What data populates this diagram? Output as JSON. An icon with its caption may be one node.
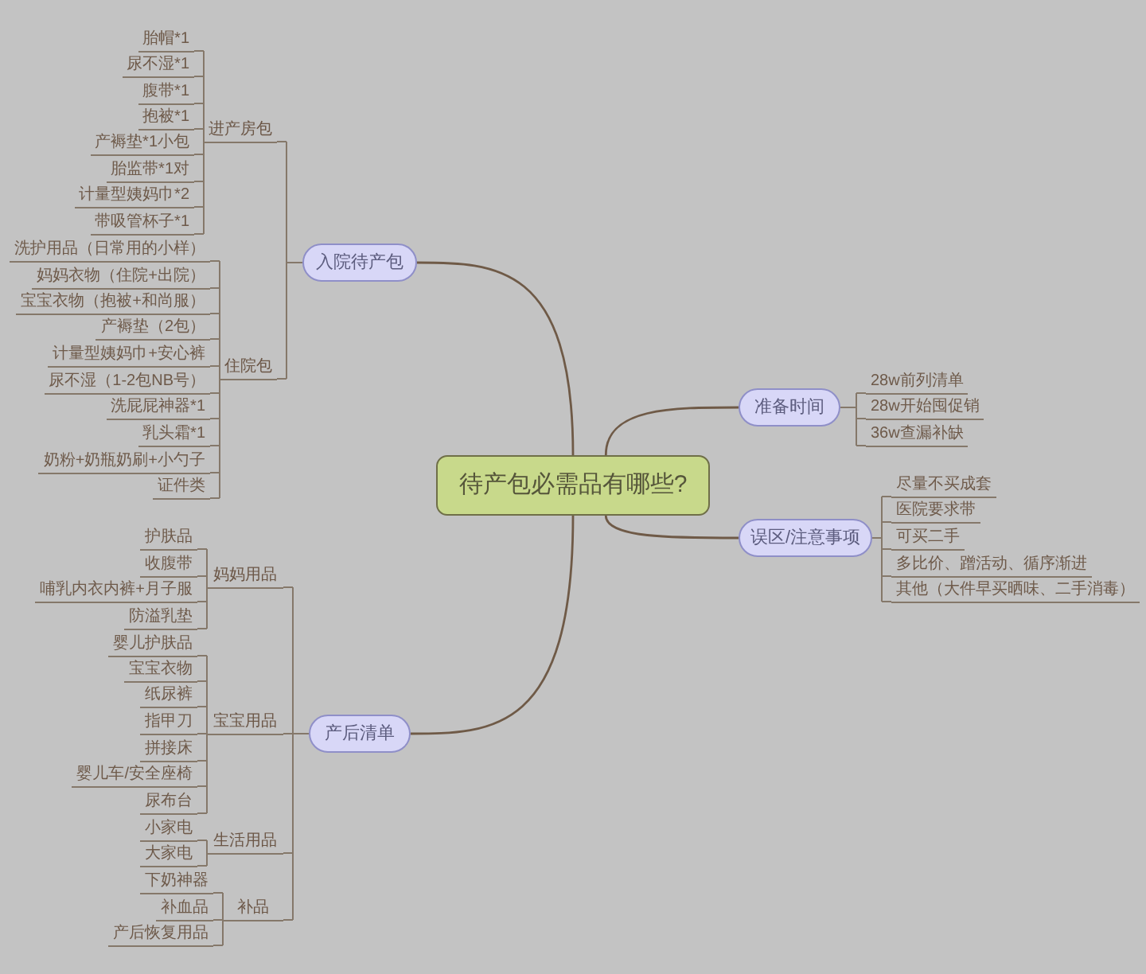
{
  "diagram": {
    "nodes": [
      {
        "text": [
          "待产包必需品有哪些?"
        ]
      },
      {
        "text": [
          "入院待产包"
        ]
      },
      {
        "text": [
          "进产房包"
        ]
      },
      {
        "text": [
          "胎帽*1"
        ]
      },
      {
        "text": [
          "尿不湿*1"
        ]
      },
      {
        "text": [
          "腹带*1"
        ]
      },
      {
        "text": [
          "抱被*1"
        ]
      },
      {
        "text": [
          "产褥垫*1小包"
        ]
      },
      {
        "text": [
          "胎监带*1对"
        ]
      },
      {
        "text": [
          "计量型姨妈巾*2"
        ]
      },
      {
        "text": [
          "带吸管杯子*1"
        ]
      },
      {
        "text": [
          "住院包"
        ]
      },
      {
        "text": [
          "洗护用品（日常用的小样）"
        ]
      },
      {
        "text": [
          "妈妈衣物（住院+出院）"
        ]
      },
      {
        "text": [
          "宝宝衣物（抱被+和尚服）"
        ]
      },
      {
        "text": [
          "产褥垫（2包）"
        ]
      },
      {
        "text": [
          "计量型姨妈巾+安心裤"
        ]
      },
      {
        "text": [
          "尿不湿（1-2包NB号）"
        ]
      },
      {
        "text": [
          "洗屁屁神器*1"
        ]
      },
      {
        "text": [
          "乳头霜*1"
        ]
      },
      {
        "text": [
          "奶粉+奶瓶奶刷+小勺子"
        ]
      },
      {
        "text": [
          "证件类"
        ]
      },
      {
        "text": [
          "产后清单"
        ]
      },
      {
        "text": [
          "妈妈用品"
        ]
      },
      {
        "text": [
          "护肤品"
        ]
      },
      {
        "text": [
          "收腹带"
        ]
      },
      {
        "text": [
          "哺乳内衣内裤+月子服"
        ]
      },
      {
        "text": [
          "防溢乳垫"
        ]
      },
      {
        "text": [
          "宝宝用品"
        ]
      },
      {
        "text": [
          "婴儿护肤品"
        ]
      },
      {
        "text": [
          "宝宝衣物"
        ]
      },
      {
        "text": [
          "纸尿裤"
        ]
      },
      {
        "text": [
          "指甲刀"
        ]
      },
      {
        "text": [
          "拼接床"
        ]
      },
      {
        "text": [
          "婴儿车/安全座椅"
        ]
      },
      {
        "text": [
          "尿布台"
        ]
      },
      {
        "text": [
          "生活用品"
        ]
      },
      {
        "text": [
          "小家电"
        ]
      },
      {
        "text": [
          "大家电"
        ]
      },
      {
        "text": [
          "补品"
        ]
      },
      {
        "text": [
          "下奶神器"
        ]
      },
      {
        "text": [
          "补血品"
        ]
      },
      {
        "text": [
          "产后恢复用品"
        ]
      },
      {
        "text": [
          "准备时间"
        ]
      },
      {
        "text": [
          "28w前列清单"
        ]
      },
      {
        "text": [
          "28w开始囤促销"
        ]
      },
      {
        "text": [
          "36w查漏补缺"
        ]
      },
      {
        "text": [
          "误区/注意事项"
        ]
      },
      {
        "text": [
          "尽量不买成套"
        ]
      },
      {
        "text": [
          "医院要求带"
        ]
      },
      {
        "text": [
          "可买二手"
        ]
      },
      {
        "text": [
          "多比价、蹭活动、循序渐进"
        ]
      },
      {
        "text": [
          "其他（大件早买晒味、二手消毒）"
        ]
      }
    ],
    "edges": [
      {
        "from": 0,
        "to": 1,
        "arrow": "none"
      },
      {
        "from": 0,
        "to": 22,
        "arrow": "none"
      },
      {
        "from": 0,
        "to": 43,
        "arrow": "none"
      },
      {
        "from": 0,
        "to": 47,
        "arrow": "none"
      },
      {
        "from": 1,
        "to": 2,
        "arrow": "none"
      },
      {
        "from": 1,
        "to": 11,
        "arrow": "none"
      },
      {
        "from": 2,
        "to": 3,
        "arrow": "none"
      },
      {
        "from": 2,
        "to": 4,
        "arrow": "none"
      },
      {
        "from": 2,
        "to": 5,
        "arrow": "none"
      },
      {
        "from": 2,
        "to": 6,
        "arrow": "none"
      },
      {
        "from": 2,
        "to": 7,
        "arrow": "none"
      },
      {
        "from": 2,
        "to": 8,
        "arrow": "none"
      },
      {
        "from": 2,
        "to": 9,
        "arrow": "none"
      },
      {
        "from": 2,
        "to": 10,
        "arrow": "none"
      },
      {
        "from": 11,
        "to": 12,
        "arrow": "none"
      },
      {
        "from": 11,
        "to": 13,
        "arrow": "none"
      },
      {
        "from": 11,
        "to": 14,
        "arrow": "none"
      },
      {
        "from": 11,
        "to": 15,
        "arrow": "none"
      },
      {
        "from": 11,
        "to": 16,
        "arrow": "none"
      },
      {
        "from": 11,
        "to": 17,
        "arrow": "none"
      },
      {
        "from": 11,
        "to": 18,
        "arrow": "none"
      },
      {
        "from": 11,
        "to": 19,
        "arrow": "none"
      },
      {
        "from": 11,
        "to": 20,
        "arrow": "none"
      },
      {
        "from": 11,
        "to": 21,
        "arrow": "none"
      },
      {
        "from": 22,
        "to": 23,
        "arrow": "none"
      },
      {
        "from": 22,
        "to": 28,
        "arrow": "none"
      },
      {
        "from": 22,
        "to": 36,
        "arrow": "none"
      },
      {
        "from": 22,
        "to": 39,
        "arrow": "none"
      },
      {
        "from": 23,
        "to": 24,
        "arrow": "none"
      },
      {
        "from": 23,
        "to": 25,
        "arrow": "none"
      },
      {
        "from": 23,
        "to": 26,
        "arrow": "none"
      },
      {
        "from": 23,
        "to": 27,
        "arrow": "none"
      },
      {
        "from": 28,
        "to": 29,
        "arrow": "none"
      },
      {
        "from": 28,
        "to": 30,
        "arrow": "none"
      },
      {
        "from": 28,
        "to": 31,
        "arrow": "none"
      },
      {
        "from": 28,
        "to": 32,
        "arrow": "none"
      },
      {
        "from": 28,
        "to": 33,
        "arrow": "none"
      },
      {
        "from": 28,
        "to": 34,
        "arrow": "none"
      },
      {
        "from": 28,
        "to": 35,
        "arrow": "none"
      },
      {
        "from": 36,
        "to": 37,
        "arrow": "none"
      },
      {
        "from": 36,
        "to": 38,
        "arrow": "none"
      },
      {
        "from": 39,
        "to": 40,
        "arrow": "none"
      },
      {
        "from": 39,
        "to": 41,
        "arrow": "none"
      },
      {
        "from": 39,
        "to": 42,
        "arrow": "none"
      },
      {
        "from": 43,
        "to": 44,
        "arrow": "none"
      },
      {
        "from": 43,
        "to": 45,
        "arrow": "none"
      },
      {
        "from": 43,
        "to": 46,
        "arrow": "none"
      },
      {
        "from": 47,
        "to": 48,
        "arrow": "none"
      },
      {
        "from": 47,
        "to": 49,
        "arrow": "none"
      },
      {
        "from": 47,
        "to": 50,
        "arrow": "none"
      },
      {
        "from": 47,
        "to": 51,
        "arrow": "none"
      },
      {
        "from": 47,
        "to": 52,
        "arrow": "none"
      }
    ]
  }
}
